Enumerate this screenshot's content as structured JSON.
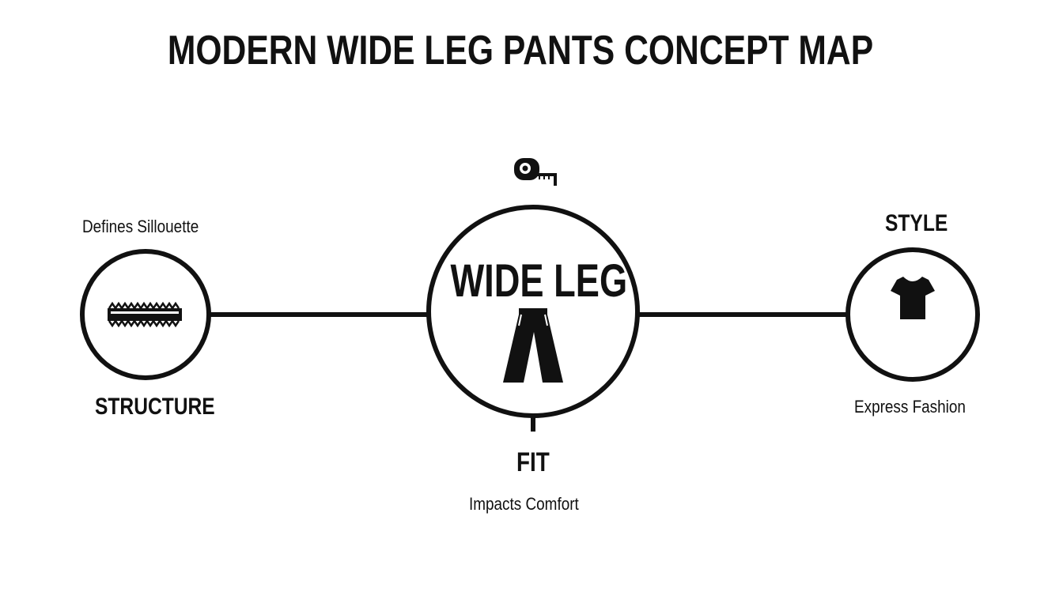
{
  "title": "MODERN WIDE LEG PANTS CONCEPT MAP",
  "center": {
    "label": "WIDE LEG",
    "icon": "wide-leg-pants-icon"
  },
  "nodes": {
    "structure": {
      "label": "STRUCTURE",
      "description": "Defines Sillouette",
      "icon": "zipper-icon"
    },
    "style": {
      "label": "STYLE",
      "description": "Express Fashion",
      "icon": "tshirt-icon"
    },
    "fit": {
      "label": "FIT",
      "description": "Impacts Comfort",
      "icon": "measuring-tape-icon"
    }
  },
  "colors": {
    "ink": "#111111",
    "background": "#ffffff"
  }
}
